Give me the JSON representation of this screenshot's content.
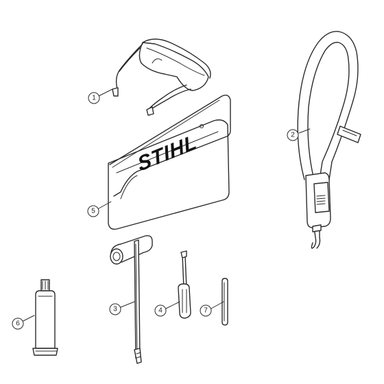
{
  "diagram": {
    "brand_logo_text": "STIHL",
    "callouts": [
      {
        "id": "1",
        "part": "safety-glasses"
      },
      {
        "id": "2",
        "part": "harness-strap"
      },
      {
        "id": "3",
        "part": "combination-wrench"
      },
      {
        "id": "4",
        "part": "screwdriver"
      },
      {
        "id": "5",
        "part": "tool-pouch"
      },
      {
        "id": "6",
        "part": "grease-tube"
      },
      {
        "id": "7",
        "part": "pin"
      }
    ]
  }
}
